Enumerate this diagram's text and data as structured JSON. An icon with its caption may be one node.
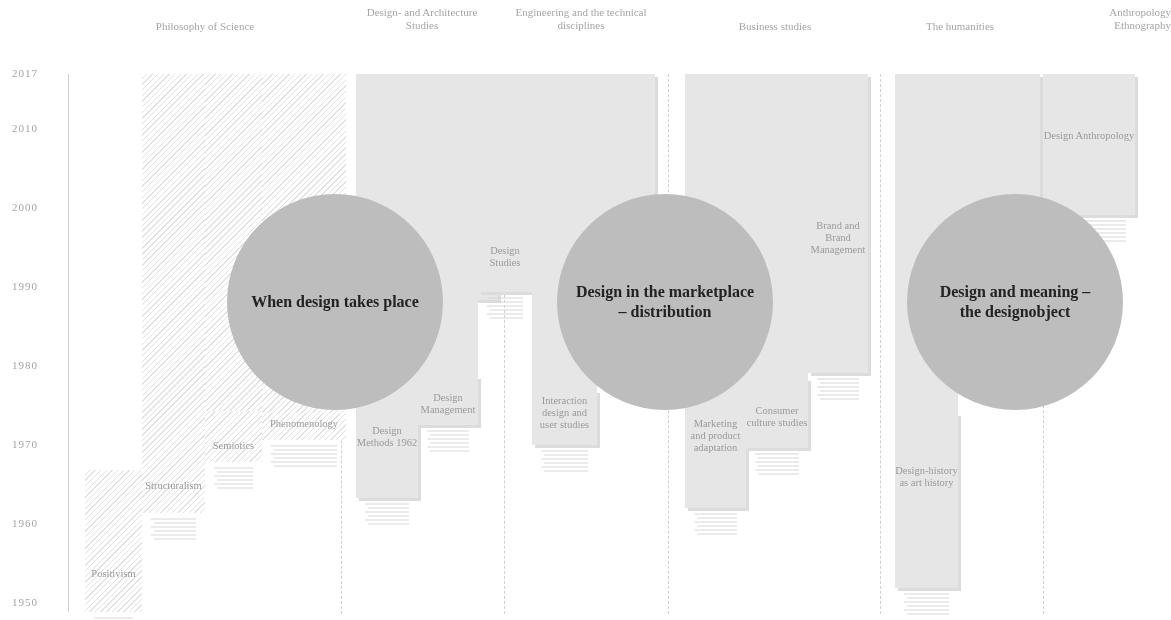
{
  "diagram": {
    "nodes": [
      {
        "text": [
          "Positivism"
        ]
      },
      {
        "text": [
          "Structuralism"
        ]
      },
      {
        "text": [
          "Semiotics"
        ]
      },
      {
        "text": [
          "Phenomenology"
        ]
      },
      {
        "text": [
          "When design takes place"
        ]
      },
      {
        "text": [
          "Design Methods 1962"
        ]
      },
      {
        "text": [
          "Design Management"
        ]
      },
      {
        "text": [
          "Design Studies"
        ]
      },
      {
        "text": [
          "Interaction design and user studies"
        ]
      },
      {
        "text": [
          "Design in the marketplace – distribution"
        ]
      },
      {
        "text": [
          "Marketing and product adaptation"
        ]
      },
      {
        "text": [
          "Consumer culture studies"
        ]
      },
      {
        "text": [
          "Brand and Brand Management"
        ]
      },
      {
        "text": [
          "Design and meaning – the designobject"
        ]
      },
      {
        "text": [
          "Design-history as art history"
        ]
      },
      {
        "text": [
          "Design Anthropology"
        ]
      }
    ],
    "labels": [
      "Philosophy of Science",
      "Design- and Architecture Studies",
      "Engineering and the technical disciplines",
      "Business studies",
      "The humanities",
      "Anthropology Ethnography",
      "2017",
      "2010",
      "2000",
      "1990",
      "1980",
      "1970",
      "1960",
      "1950"
    ]
  }
}
